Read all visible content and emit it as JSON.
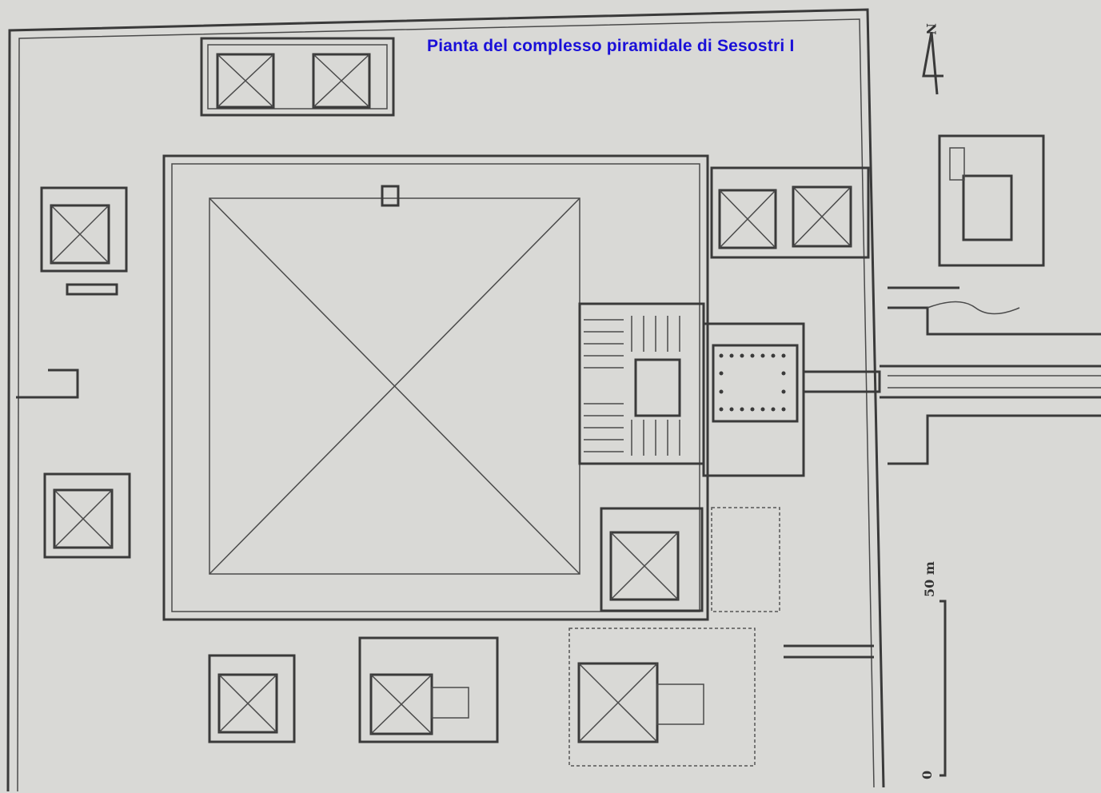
{
  "title": "Pianta del complesso piramidale di Sesostri I",
  "north_arrow": {
    "label": "N"
  },
  "scale_bar": {
    "start_label": "0",
    "end_label": "50 m"
  },
  "colors": {
    "title": "#1a10d8",
    "background": "#d9d9d6",
    "lines": "#3a3a3a"
  }
}
